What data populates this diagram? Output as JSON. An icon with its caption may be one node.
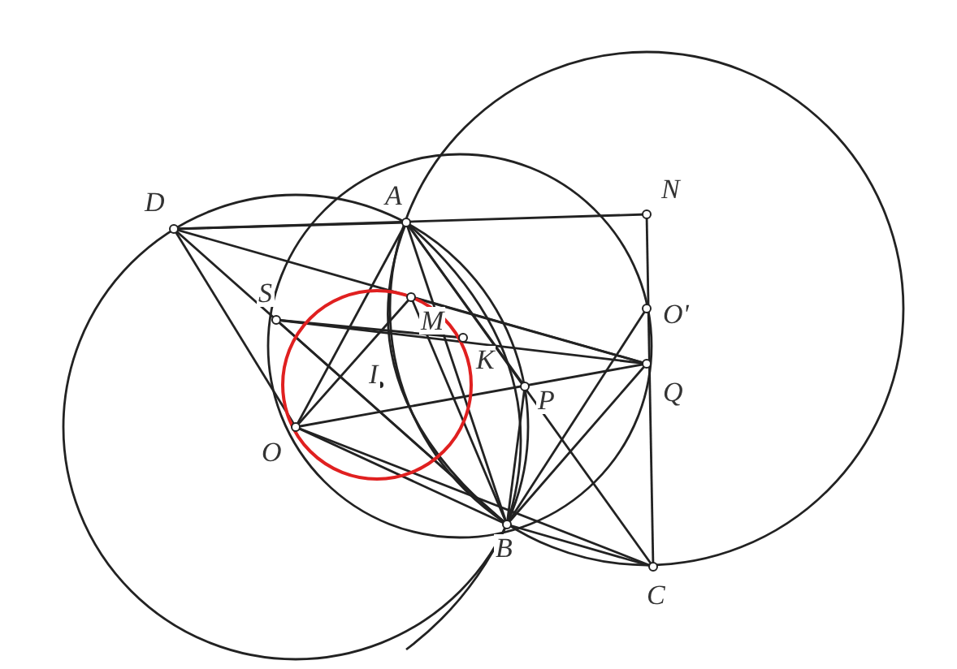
{
  "diagram": {
    "labels": [
      "D",
      "A",
      "N",
      "M",
      "S",
      "O'",
      "K",
      "I",
      "P",
      "Q",
      "O",
      "B",
      "C"
    ]
  }
}
